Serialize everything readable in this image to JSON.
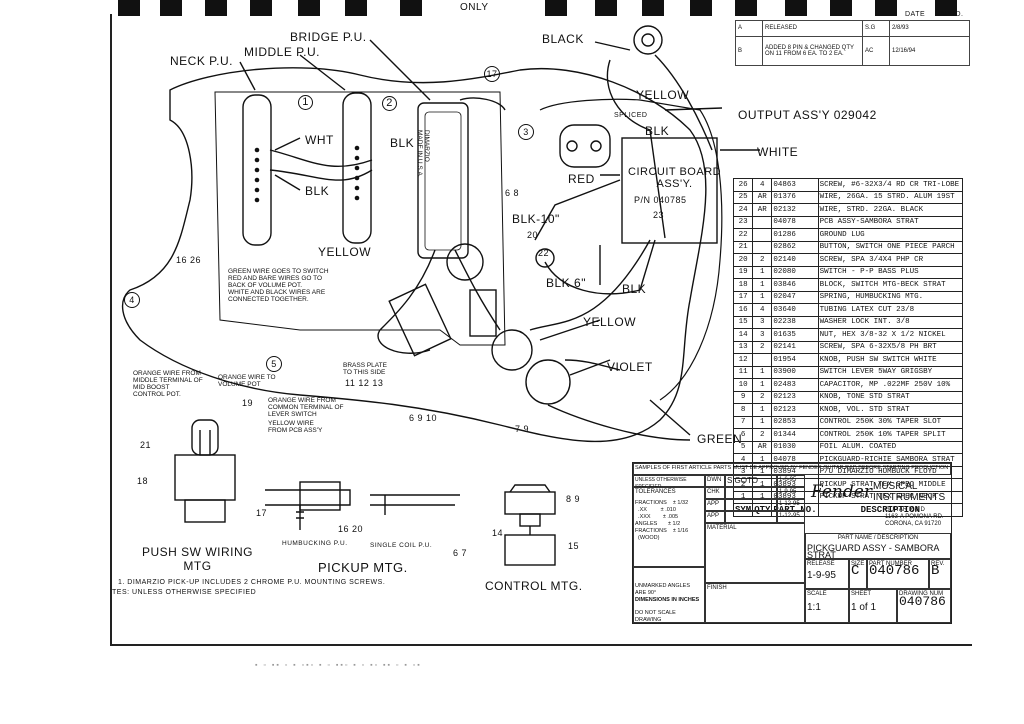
{
  "header": {
    "top_only": "ONLY",
    "revision_rows": [
      {
        "rev": "A",
        "desc": "RELEASED",
        "by": "S.G",
        "date": "2/8/93"
      },
      {
        "rev": "B",
        "desc": "ADDED 8 PIN & CHANGED QTY ON 11 FROM 6 EA. TO 2 EA.",
        "by": "AC",
        "date": "12/16/94"
      }
    ],
    "date_label": "DATE",
    "appd_label": "APPD."
  },
  "diagram": {
    "labels": {
      "neck_pu": "NECK P.U.",
      "middle_pu": "MIDDLE P.U.",
      "bridge_pu": "BRIDGE P.U.",
      "black": "BLACK",
      "yellow_top": "YELLOW",
      "output_assy": "OUTPUT ASS'Y 029042",
      "blk_top": "BLK",
      "spliced": "SPLICED",
      "white_right": "WHITE",
      "red": "RED",
      "circuit_board": "CIRCUIT BOARD\nASS'Y.",
      "pn": "P/N 040785",
      "whi": "WHT",
      "blk_mid": "BLK",
      "blk_lower": "BLK",
      "blk_10": "BLK-10\"",
      "blk_6": "BLK 6\"",
      "blk_right": "BLK",
      "yellow_mid": "YELLOW",
      "yellow_lower": "YELLOW",
      "violet": "VIOLET",
      "green": "GREEN",
      "dimarzio": "DIMARZIO\nMADE IN U.S.A.",
      "green_note": "GREEN WIRE GOES TO SWITCH\nRED AND BARE WIRES GO TO\nBACK OF VOLUME POT.\nWHITE AND BLACK WIRES ARE\nCONNECTED TOGETHER.",
      "brass_plate": "BRASS PLATE\nTO THIS SIDE",
      "orange_mid": "ORANGE WIRE FROM\nMIDDLE TERMINAL OF\nMID BOOST\nCONTROL POT.",
      "orange_vol": "ORANGE WIRE TO\nVOLUME POT",
      "orange_common": "ORANGE WIRE FROM\nCOMMON TERMINAL OF\nLEVER SWITCH",
      "yellow_pcb": "YELLOW WIRE\nFROM PCB ASS'Y",
      "push_sw": "PUSH SW WIRING\nMTG",
      "pickup_mtg": "PICKUP MTG.",
      "humbucking": "HUMBUCKING P.U.",
      "single_coil": "SINGLE COIL P.U.",
      "control_mtg": "CONTROL MTG.",
      "footnote1": "1. DIMARZIO PICK-UP INCLUDES 2 CHROME P.U. MOUNTING SCREWS.",
      "footnote2": "TES: UNLESS OTHERWISE SPECIFIED"
    },
    "callouts": [
      "1",
      "2",
      "17",
      "3",
      "6",
      "8",
      "16",
      "26",
      "20",
      "22",
      "23",
      "4",
      "5",
      "11",
      "12",
      "13",
      "6 9 10",
      "7 9",
      "19",
      "21",
      "18",
      "17",
      "16 20",
      "8 9",
      "14",
      "15",
      "6 7"
    ]
  },
  "bom": {
    "rows": [
      {
        "n": "26",
        "q": "4",
        "p": "04863",
        "d": "SCREW, #6-32X3/4 RD CR TRI-LOBE"
      },
      {
        "n": "25",
        "q": "AR",
        "p": "01376",
        "d": "WIRE, 26GA. 15 STRD. ALUM 19ST"
      },
      {
        "n": "24",
        "q": "AR",
        "p": "02132",
        "d": "WIRE, STRD. 22GA. BLACK"
      },
      {
        "n": "23",
        "q": "",
        "p": "04078",
        "d": "PCB ASSY-SAMBORA STRAT"
      },
      {
        "n": "22",
        "q": "",
        "p": "01286",
        "d": "GROUND LUG"
      },
      {
        "n": "21",
        "q": "",
        "p": "02862",
        "d": "BUTTON, SWITCH ONE PIECE PARCH"
      },
      {
        "n": "20",
        "q": "2",
        "p": "02140",
        "d": "SCREW, SPA 3/4X4 PHP CR"
      },
      {
        "n": "19",
        "q": "1",
        "p": "02080",
        "d": "SWITCH - P-P BASS PLUS"
      },
      {
        "n": "18",
        "q": "1",
        "p": "03846",
        "d": "BLOCK, SWITCH MTG-BECK STRAT"
      },
      {
        "n": "17",
        "q": "1",
        "p": "02047",
        "d": "SPRING, HUMBUCKING MTG."
      },
      {
        "n": "16",
        "q": "4",
        "p": "03640",
        "d": "TUBING LATEX CUT 23/8"
      },
      {
        "n": "15",
        "q": "3",
        "p": "02238",
        "d": "WASHER LOCK INT. 3/8"
      },
      {
        "n": "14",
        "q": "3",
        "p": "01635",
        "d": "NUT, HEX 3/8-32 X 1/2 NICKEL"
      },
      {
        "n": "13",
        "q": "2",
        "p": "02141",
        "d": "SCREW, SPA 6-32X5/8 PH BRT"
      },
      {
        "n": "12",
        "q": "",
        "p": "01954",
        "d": "KNOB, PUSH SW SWITCH WHITE"
      },
      {
        "n": "11",
        "q": "1",
        "p": "03900",
        "d": "SWITCH LEVER 5WAY GRIGSBY"
      },
      {
        "n": "10",
        "q": "1",
        "p": "02483",
        "d": "CAPACITOR, MP .022MF 250V 10%"
      },
      {
        "n": "9",
        "q": "2",
        "p": "02123",
        "d": "KNOB, TONE STD STRAT"
      },
      {
        "n": "8",
        "q": "1",
        "p": "02123",
        "d": "KNOB, VOL. STD STRAT"
      },
      {
        "n": "7",
        "q": "1",
        "p": "02853",
        "d": "CONTROL 250K 30% TAPER SLOT"
      },
      {
        "n": "6",
        "q": "2",
        "p": "01344",
        "d": "CONTROL 250K 10% TAPER SPLIT"
      },
      {
        "n": "5",
        "q": "AR",
        "p": "01030",
        "d": "FOIL ALUM. COATED"
      },
      {
        "n": "4",
        "q": "1",
        "p": "04078",
        "d": "PICKGUARD-RICHIE SAMBORA STRAT"
      },
      {
        "n": "3",
        "q": "1",
        "p": "03894",
        "d": "P/U DIMARZIO HUMBUCK FLOYD"
      },
      {
        "n": "2",
        "q": "1",
        "p": "03893",
        "d": "PICKUP STRAT TEX SPEC MIDDLE"
      },
      {
        "n": "1",
        "q": "1",
        "p": "03893",
        "d": "PICKUP STRAT TEX SPEC NECK"
      }
    ],
    "head_sym": "SYM",
    "head_qty": "QTY",
    "head_part": "PART NO.",
    "head_desc": "DESCRIPTION"
  },
  "title_block": {
    "samples_note": "SAMPLES OF FIRST ARTICLE PARTS MUST BE APPROVED BY FENDER GUITAR R&D BEFORE STARTING PRODUCTION",
    "unless": "UNLESS OTHERWISE SPECIFIED",
    "tolerances": "TOLERANCES",
    "tol_lines": "FRACTIONS    ± 1/32\n  .XX         ± .010\n  .XXX        ± .005\nANGLES       ± 1/2\nFRACTIONS    ± 1/16\n  (WOOD)",
    "dwn_label": "DWN",
    "dwn_name": "S.GOTO",
    "chk_label": "CHK",
    "app_label": "APP",
    "dates": [
      "1-6-95",
      "1-9-95",
      "1-12-95",
      "1-12-95"
    ],
    "material": "MATERIAL",
    "finish": "FINISH",
    "unmarked": "UNMARKED ANGLES\nARE 90°",
    "dims_inch": "DIMENSIONS IN INCHES",
    "no_scale": "DO NOT SCALE DRAWING",
    "company_logo": "Fender",
    "company_line1": "MUSICAL",
    "company_line2": "INSTRUMENTS",
    "address": "GUITAR R & D\n1163-A POMONA RD.\nCORONA, CA 91720",
    "part_name_label": "PART NAME / DESCRIPTION",
    "part_name": "PICKGUARD ASSY - SAMBORA STRAT",
    "release_label": "RELEASE",
    "release": "1-9-95",
    "size_label": "SIZE",
    "size": "C",
    "partnum_label": "PART NUMBER",
    "partnum": "040786",
    "rev_label": "REV.",
    "rev": "B",
    "scale_label": "SCALE",
    "scale": "1:1",
    "sheet_label": "SHEET",
    "sheet": "1 of 1",
    "drawing_label": "DRAWING NUM",
    "drawing": "040786"
  }
}
